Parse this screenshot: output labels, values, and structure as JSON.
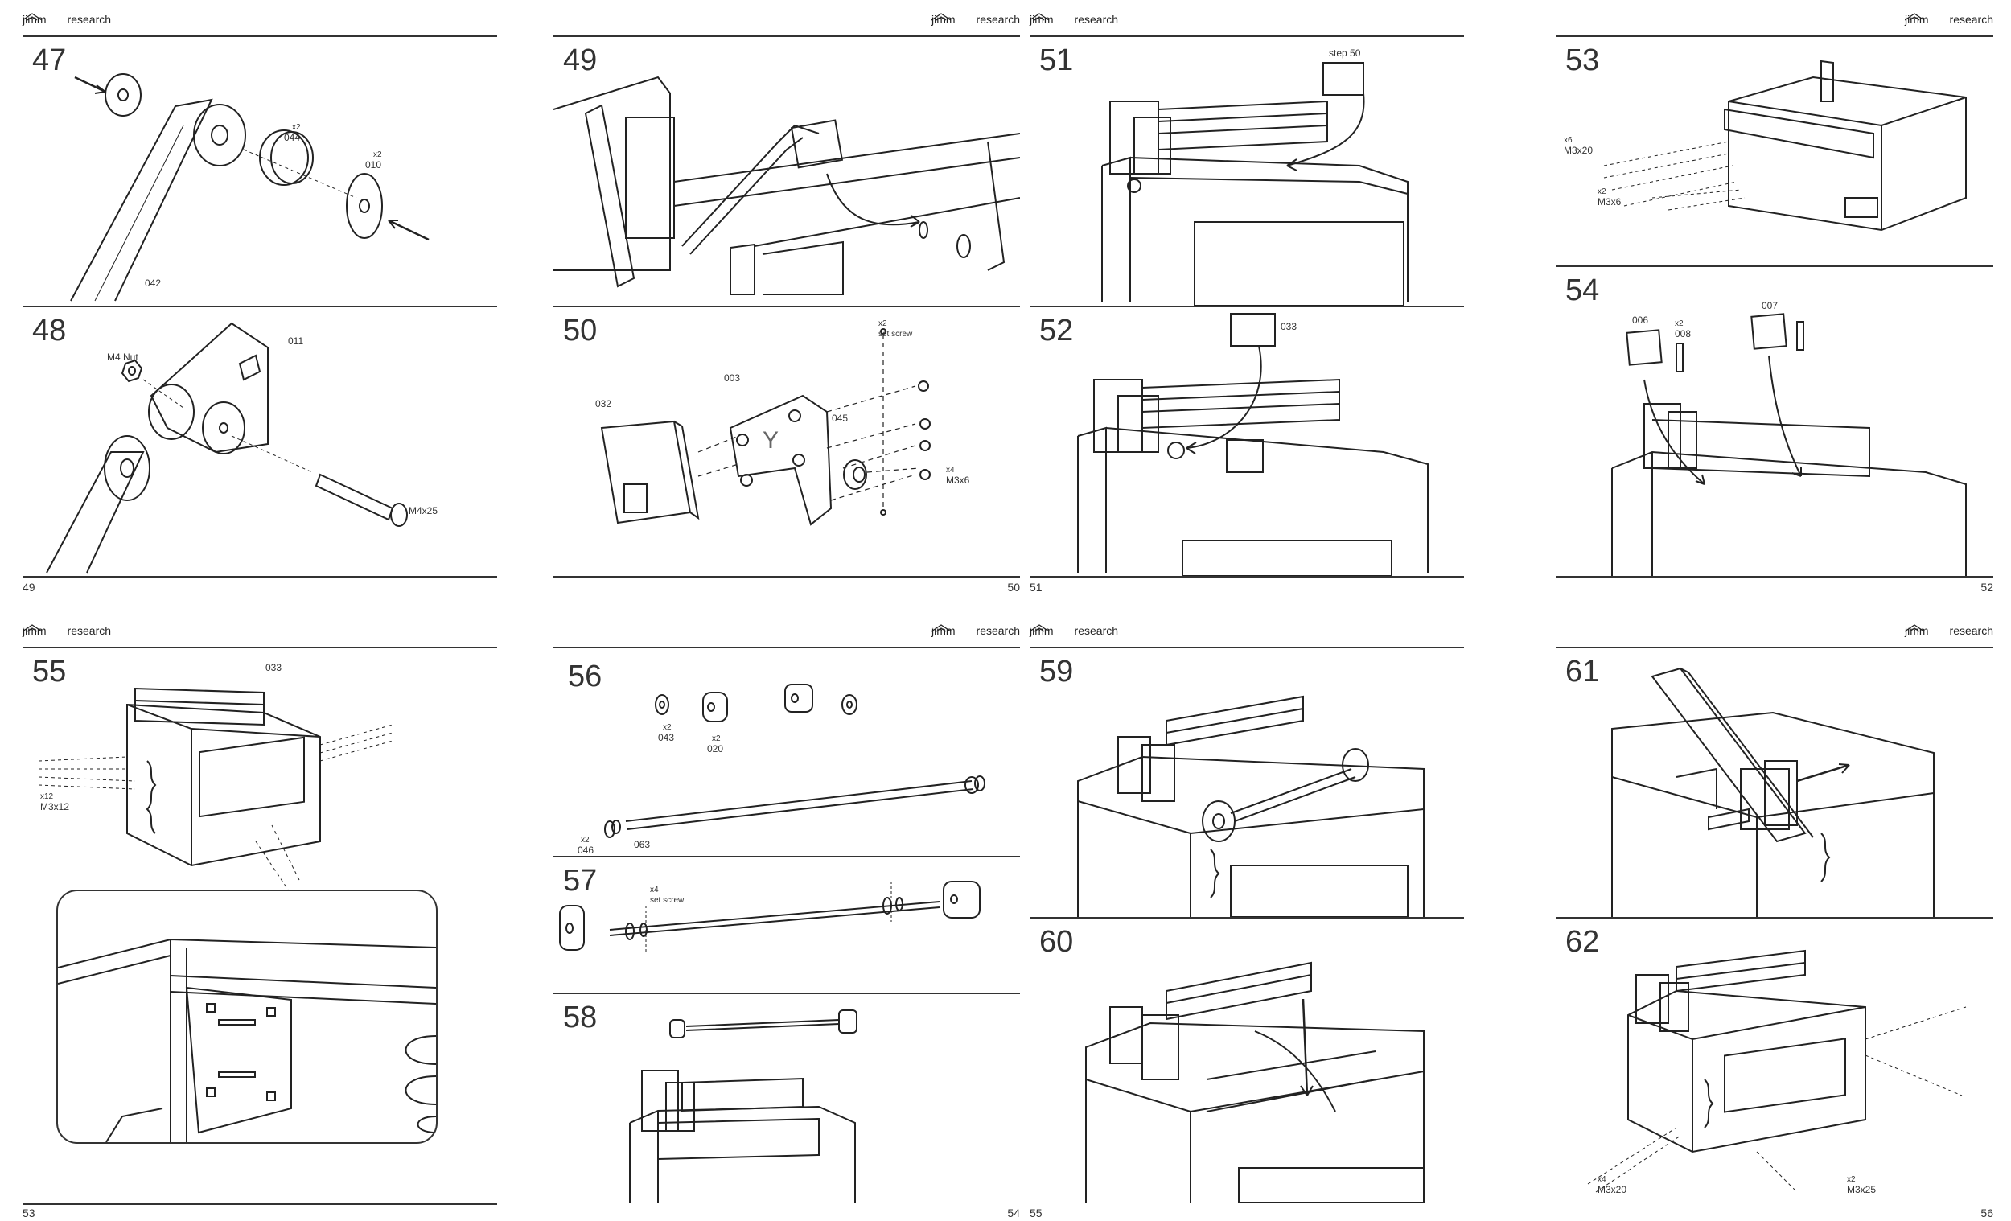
{
  "brand": {
    "left": "jimm",
    "right": "research"
  },
  "pages": [
    {
      "page_number": "49",
      "steps": [
        {
          "number": "47",
          "labels": {
            "qty_044": "x2",
            "part_044": "044",
            "qty_010": "x2",
            "part_010": "010",
            "part_042": "042"
          }
        },
        {
          "number": "48",
          "labels": {
            "nut": "M4 Nut",
            "part_011": "011",
            "screw": "M4x25"
          }
        }
      ]
    },
    {
      "page_number": "50",
      "steps": [
        {
          "number": "49",
          "labels": {}
        },
        {
          "number": "50",
          "labels": {
            "qty_set": "x2",
            "set_screw": "set screw",
            "part_003": "003",
            "part_032": "032",
            "part_045": "045",
            "qty_m3": "x4",
            "screw": "M3x6"
          }
        }
      ]
    },
    {
      "page_number": "51",
      "steps": [
        {
          "number": "51",
          "labels": {
            "ref": "step 50"
          }
        },
        {
          "number": "52",
          "labels": {
            "part_033": "033"
          }
        }
      ]
    },
    {
      "page_number": "52",
      "steps": [
        {
          "number": "53",
          "labels": {
            "qty_a": "x6",
            "screw_a": "M3x20",
            "qty_b": "x2",
            "screw_b": "M3x6"
          }
        },
        {
          "number": "54",
          "labels": {
            "part_006": "006",
            "qty_008": "x2",
            "part_008": "008",
            "part_007": "007"
          }
        }
      ]
    },
    {
      "page_number": "53",
      "steps": [
        {
          "number": "55",
          "labels": {
            "part_033": "033",
            "qty": "x12",
            "screw": "M3x12"
          }
        }
      ]
    },
    {
      "page_number": "54",
      "steps": [
        {
          "number": "56",
          "labels": {
            "qty_043": "x2",
            "part_043": "043",
            "qty_020": "x2",
            "part_020": "020",
            "qty_046": "x2",
            "part_046": "046",
            "part_063": "063"
          }
        },
        {
          "number": "57",
          "labels": {
            "qty": "x4",
            "set_screw": "set screw"
          }
        },
        {
          "number": "58",
          "labels": {}
        }
      ]
    },
    {
      "page_number": "55",
      "steps": [
        {
          "number": "59",
          "labels": {}
        },
        {
          "number": "60",
          "labels": {}
        }
      ]
    },
    {
      "page_number": "56",
      "steps": [
        {
          "number": "61",
          "labels": {}
        },
        {
          "number": "62",
          "labels": {
            "qty_a": "x4",
            "screw_a": "M3x20",
            "qty_b": "x2",
            "screw_b": "M3x25"
          }
        }
      ]
    }
  ]
}
